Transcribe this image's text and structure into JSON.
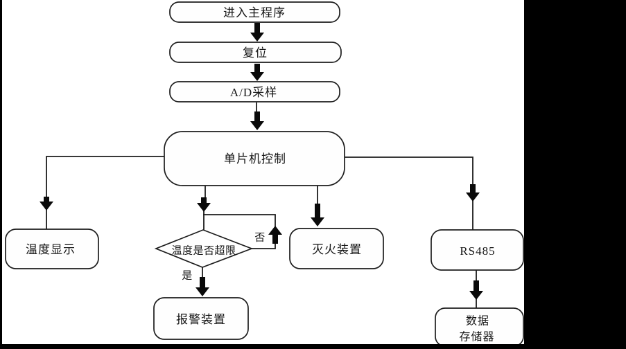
{
  "colors": {
    "background": "#000000",
    "canvas": "#ffffff",
    "line": "#1c1c1c"
  },
  "flowchart": {
    "nodes": {
      "start": "进入主程序",
      "reset": "复位",
      "ad_sampling": "A/D采样",
      "mcu_control": "单片机控制",
      "temperature_display": "温度显示",
      "temperature_limit_check": "温度是否超限",
      "fire_extinguisher": "灭火装置",
      "rs485": "RS485",
      "alarm_device": "报警装置",
      "data_storage_line1": "数据",
      "data_storage_line2": "存储器"
    },
    "branch_labels": {
      "no": "否",
      "yes": "是"
    }
  }
}
